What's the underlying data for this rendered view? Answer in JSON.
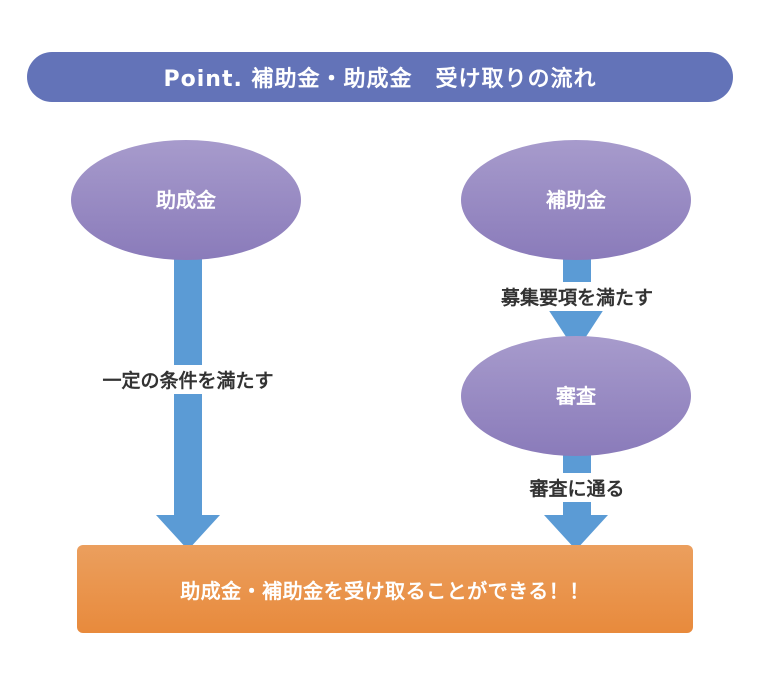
{
  "title": "Point. 補助金・助成金　受け取りの流れ",
  "left_flow": {
    "oval_label": "助成金",
    "condition_label": "一定の条件を満たす"
  },
  "right_flow": {
    "oval_top_label": "補助金",
    "condition_label": "募集要項を満たす",
    "oval_review_label": "審査",
    "pass_label": "審査に通る"
  },
  "result": {
    "label": "助成金・補助金を受け取ることができる！！"
  },
  "colors": {
    "title_bar": "#6373b8",
    "oval_top": "#a79bcc",
    "oval_bottom": "#8a7bba",
    "arrow": "#5b9bd5",
    "result_top": "#eb9f5e",
    "result_bottom": "#e88a3c"
  }
}
